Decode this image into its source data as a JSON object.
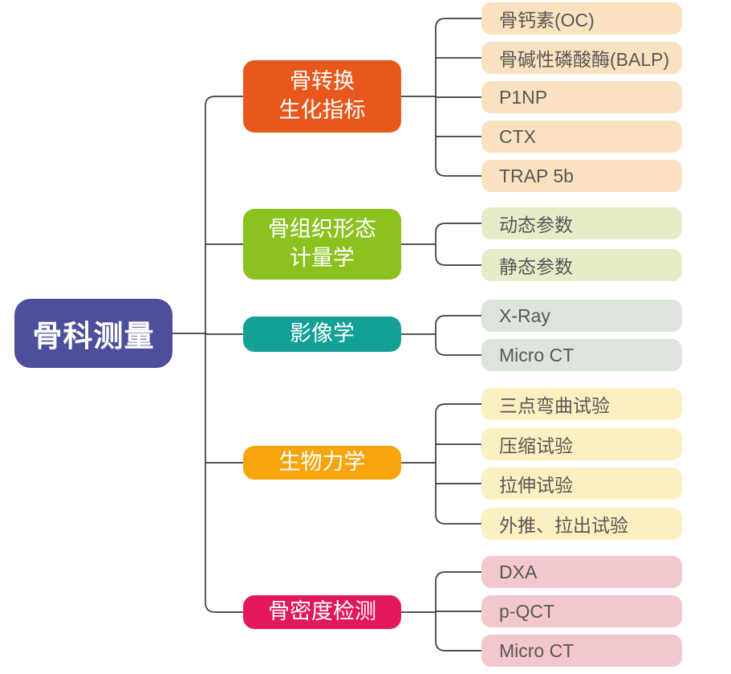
{
  "root": {
    "label": "骨科测量"
  },
  "branches": [
    {
      "label": "骨转换\n生化指标",
      "color": "#E8581C",
      "leaf_color": "#FAE2C0",
      "children": [
        "骨钙素(OC)",
        "骨碱性磷酸酶(BALP)",
        "P1NP",
        "CTX",
        "TRAP 5b"
      ]
    },
    {
      "label": "骨组织形态\n计量学",
      "color": "#8CC220",
      "leaf_color": "#E5EDC8",
      "children": [
        "动态参数",
        "静态参数"
      ]
    },
    {
      "label": "影像学",
      "color": "#14A096",
      "leaf_color": "#DDE4DB",
      "children": [
        "X-Ray",
        "Micro CT"
      ]
    },
    {
      "label": "生物力学",
      "color": "#F7A40D",
      "leaf_color": "#FCEFC2",
      "children": [
        "三点弯曲试验",
        "压缩试验",
        "拉伸试验",
        "外推、拉出试验"
      ]
    },
    {
      "label": "骨密度检测",
      "color": "#E2175D",
      "leaf_color": "#F2C8CC",
      "children": [
        "DXA",
        "p-QCT",
        "Micro CT"
      ]
    }
  ],
  "palette": {
    "root_color": "#4D4F9C",
    "root_text": "#FFFFFF",
    "branch_text": "#FFFFFF",
    "leaf_text": "#595757",
    "connector_line": "#3B3B3B",
    "background": "#FFFFFF"
  }
}
